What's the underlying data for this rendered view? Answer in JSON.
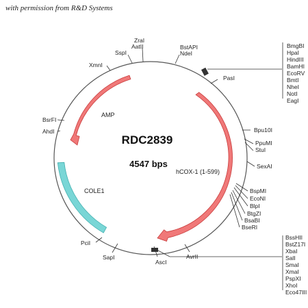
{
  "permission_note": "with permission from R&D Systems",
  "plasmid": {
    "name": "RDC2839",
    "size_label": "4547 bps"
  },
  "colors": {
    "backbone": "#555555",
    "arrow_fill": "#f07878",
    "arrow_stroke": "#c83c3c",
    "cole1_fill": "#79d6d6",
    "cole1_stroke": "#44b0b0",
    "label_line": "#333333"
  },
  "features": {
    "amp": "AMP",
    "hcox": "hCOX-1 (1-599)",
    "cole1": "COLE1"
  },
  "sites": {
    "zral": "ZraI",
    "aatii": "AatII",
    "sspi": "SspI",
    "bstapi": "BstAPI",
    "ndei": "NdeI",
    "xmni": "XmnI",
    "pasi": "PasI",
    "bsrfi": "BsrFI",
    "ahdi": "AhdI",
    "bpu10i": "Bpu10I",
    "ppumi": "PpuMI",
    "stui": "StuI",
    "sexai": "SexAI",
    "bspmi": "BspMI",
    "econi": "EcoNI",
    "blpi": "BlpI",
    "btgzi": "BtgZI",
    "bsabi": "BsaBI",
    "bseri": "BseRI",
    "pcil": "PciI",
    "sapi": "SapI",
    "asci": "AscI",
    "avrii": "AvrII"
  },
  "top_cluster": [
    "BmgBI",
    "HpaI",
    "HindIII",
    "BamHI",
    "EcoRV",
    "BmtI",
    "NheI",
    "NotI",
    "EagI"
  ],
  "bottom_cluster": [
    "BssHII",
    "BstZ17I",
    "XbaI",
    "SalI",
    "SmaI",
    "XmaI",
    "PspXI",
    "XhoI",
    "Eco47III"
  ]
}
